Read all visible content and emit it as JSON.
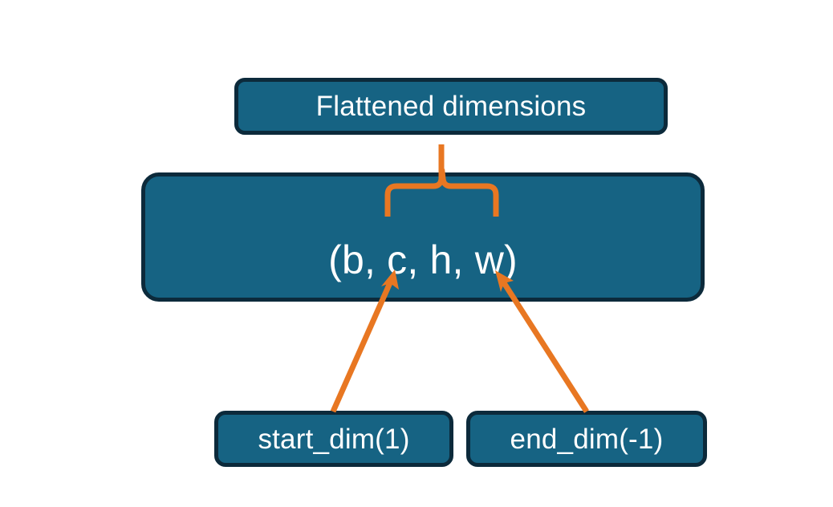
{
  "diagram": {
    "title_node": {
      "label": "Flattened dimensions"
    },
    "shape_node": {
      "label": "(b, c, h, w)"
    },
    "start_node": {
      "label": "start_dim(1)"
    },
    "end_node": {
      "label": "end_dim(-1)"
    },
    "colors": {
      "box_fill": "#166383",
      "box_border": "#0c2a3b",
      "accent": "#e87722",
      "text": "#ffffff",
      "background": "#ffffff"
    },
    "connectors": {
      "brace_name": "curly-brace-over-c-h-w",
      "left_arrow_name": "arrow-start-dim-to-c",
      "right_arrow_name": "arrow-end-dim-to-w"
    }
  }
}
